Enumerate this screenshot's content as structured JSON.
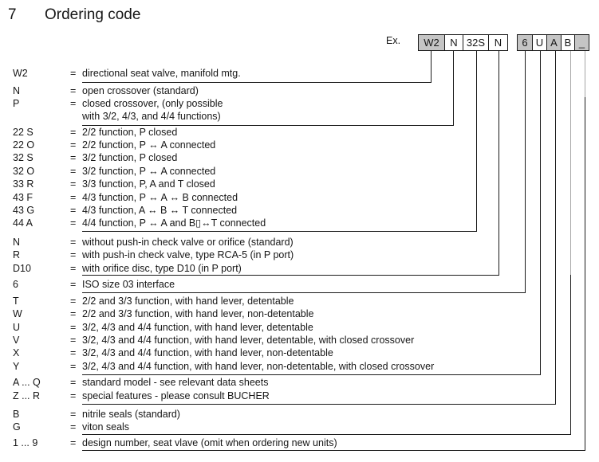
{
  "title": {
    "number": "7",
    "text": "Ordering code"
  },
  "equals": "=",
  "example": {
    "label": "Ex.",
    "boxes": [
      {
        "text": "W2",
        "shaded": true
      },
      {
        "text": "N",
        "shaded": false
      },
      {
        "text": "32S",
        "shaded": false
      },
      {
        "text": "N",
        "shaded": false
      },
      {
        "text": "6",
        "shaded": true
      },
      {
        "text": "U",
        "shaded": false
      },
      {
        "text": "A",
        "shaded": true
      },
      {
        "text": "B",
        "shaded": false
      },
      {
        "text": "_",
        "shaded": true
      }
    ]
  },
  "rows": [
    {
      "code": "W2",
      "desc": "directional seat valve, manifold mtg."
    },
    {
      "code": "N",
      "desc": "open crossover (standard)"
    },
    {
      "code": "P",
      "desc": "closed crossover, (only possible",
      "desc2": "with 3/2, 4/3, and 4/4 functions)"
    },
    {
      "code": "22 S",
      "desc": "2/2 function, P closed"
    },
    {
      "code": "22 O",
      "desc": "2/2 function, P ↔ A connected"
    },
    {
      "code": "32 S",
      "desc": "3/2 function, P closed"
    },
    {
      "code": "32 O",
      "desc": "3/2 function, P ↔ A connected"
    },
    {
      "code": "33 R",
      "desc": "3/3 function, P, A and T closed"
    },
    {
      "code": "43 F",
      "desc": "4/3 function, P ↔ A ↔ B connected"
    },
    {
      "code": "43 G",
      "desc": "4/3 function, A ↔ B ↔ T connected"
    },
    {
      "code": "44 A",
      "desc": "4/4 function, P ↔ A and B▯↔T connected"
    },
    {
      "code": "N",
      "desc": "without push-in check valve or orifice (standard)"
    },
    {
      "code": "R",
      "desc": "with push-in check valve, type RCA-5 (in P port)"
    },
    {
      "code": "D10",
      "desc": "with orifice disc, type D10 (in P port)"
    },
    {
      "code": "6",
      "desc": "ISO size 03 interface"
    },
    {
      "code": "T",
      "desc": "2/2 and 3/3 function, with hand lever, detentable"
    },
    {
      "code": "W",
      "desc": "2/2 and 3/3 function, with hand lever, non-detentable"
    },
    {
      "code": "U",
      "desc": "3/2, 4/3 and 4/4 function, with hand lever, detentable"
    },
    {
      "code": "V",
      "desc": "3/2, 4/3 and 4/4 function, with hand lever, detentable, with closed crossover"
    },
    {
      "code": "X",
      "desc": "3/2, 4/3 and 4/4 function, with hand lever, non-detentable"
    },
    {
      "code": "Y",
      "desc": "3/2, 4/3 and 4/4 function, with hand lever, non-detentable, with closed crossover"
    },
    {
      "code": "A ... Q",
      "desc": "standard model - see relevant data sheets"
    },
    {
      "code": "Z ... R",
      "desc": "special features - please consult BUCHER"
    },
    {
      "code": "B",
      "desc": "nitrile seals (standard)"
    },
    {
      "code": "G",
      "desc": "viton seals"
    },
    {
      "code": "1 ... 9",
      "desc": "design number, seat vlave (omit when ordering new units)"
    }
  ],
  "colors": {
    "box_shaded": "#c5c5c5",
    "line": "#1a1a1a",
    "line_gray": "#a6a6a6"
  }
}
